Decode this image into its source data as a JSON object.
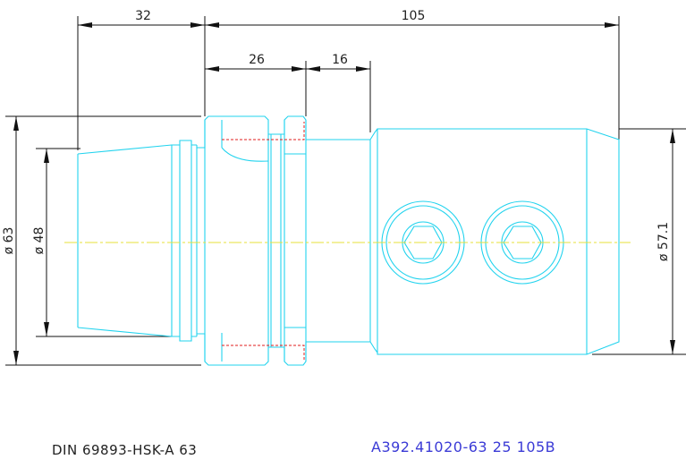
{
  "drawing": {
    "dims": {
      "left_len": "32",
      "total_len": "105",
      "flange_len": "26",
      "neck_len": "16",
      "dia_outer": "ø 63",
      "dia_inner": "ø 48",
      "dia_body": "ø 57.1"
    },
    "captions": {
      "standard": "DIN 69893-HSK-A 63",
      "part_number": "A392.41020-63 25 105B"
    },
    "colors": {
      "outline": "#22d3ee",
      "hidden": "#e11d1d",
      "centerline": "#e7e03a",
      "dimension": "#111111",
      "part_number_text": "#3b3bd6"
    }
  }
}
